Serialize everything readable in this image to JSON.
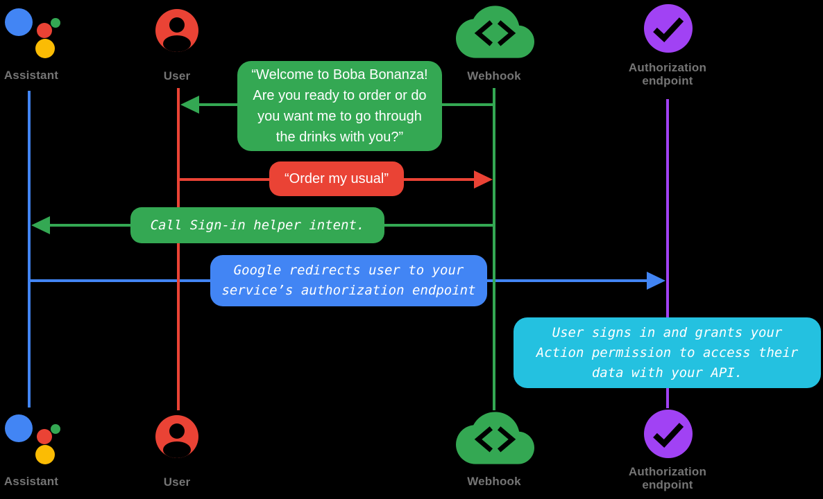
{
  "palette": {
    "blue": "#4285F4",
    "red": "#EA4335",
    "green": "#34A853",
    "yellow": "#FBBC04",
    "purple": "#A142F4",
    "cyan": "#24C1E0",
    "label_gray": "#757575",
    "text_white": "#FFFFFF",
    "background": "#000000"
  },
  "actors": {
    "assistant": {
      "label": "Assistant",
      "icon": "google-assistant-logo-icon",
      "lifeline_color": "#4285F4"
    },
    "user": {
      "label": "User",
      "icon": "person-circle-icon",
      "lifeline_color": "#EA4335"
    },
    "webhook": {
      "label": "Webhook",
      "icon": "cloud-code-icon",
      "lifeline_color": "#34A853"
    },
    "auth": {
      "label_lines": [
        "Authorization",
        "endpoint"
      ],
      "icon": "checkmark-circle-icon",
      "lifeline_color": "#A142F4"
    }
  },
  "messages": {
    "welcome": {
      "from": "webhook",
      "to": "user",
      "kind": "speech-bubble-arrow",
      "color": "#34A853",
      "lines": [
        "“Welcome to Boba Bonanza!",
        "Are you ready to order or do",
        "you want me to go through",
        "the drinks with you?”"
      ]
    },
    "order": {
      "from": "user",
      "to": "webhook",
      "kind": "speech-bubble-arrow",
      "color": "#EA4335",
      "lines": [
        "“Order my usual”"
      ]
    },
    "signin": {
      "from": "webhook",
      "to": "assistant",
      "kind": "code-bubble-arrow",
      "color": "#34A853",
      "lines": [
        "Call Sign-in helper intent."
      ]
    },
    "redirect": {
      "from": "assistant",
      "to": "auth",
      "kind": "code-bubble-arrow",
      "color": "#4285F4",
      "lines": [
        "Google redirects user to your",
        "service’s authorization endpoint"
      ]
    },
    "grants": {
      "from": "auth",
      "to": "auth",
      "kind": "note-on-lifeline",
      "color": "#24C1E0",
      "lines": [
        "User signs in and grants your",
        "Action permission to access their",
        "data with your API."
      ]
    }
  }
}
